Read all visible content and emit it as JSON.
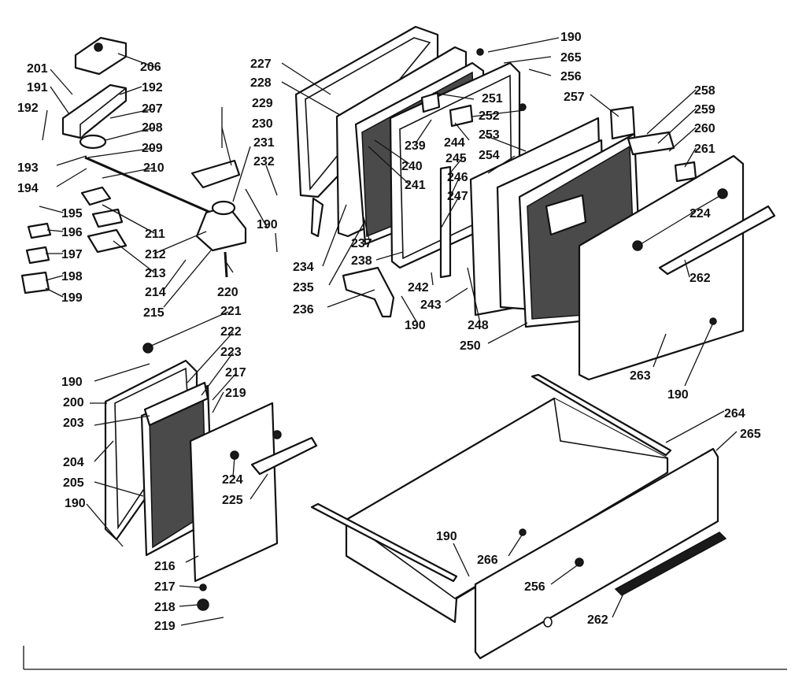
{
  "labels": {
    "l190": "190",
    "l191": "191",
    "l192": "192",
    "l193": "193",
    "l194": "194",
    "l195": "195",
    "l196": "196",
    "l197": "197",
    "l198": "198",
    "l199": "199",
    "l200": "200",
    "l201": "201",
    "l203": "203",
    "l204": "204",
    "l205": "205",
    "l206": "206",
    "l207": "207",
    "l208": "208",
    "l209": "209",
    "l210": "210",
    "l211": "211",
    "l212": "212",
    "l213": "213",
    "l214": "214",
    "l215": "215",
    "l216": "216",
    "l217": "217",
    "l218": "218",
    "l219": "219",
    "l220": "220",
    "l221": "221",
    "l222": "222",
    "l223": "223",
    "l224": "224",
    "l225": "225",
    "l227": "227",
    "l228": "228",
    "l229": "229",
    "l230": "230",
    "l231": "231",
    "l232": "232",
    "l234": "234",
    "l235": "235",
    "l236": "236",
    "l237": "237",
    "l238": "238",
    "l239": "239",
    "l240": "240",
    "l241": "241",
    "l242": "242",
    "l243": "243",
    "l244": "244",
    "l245": "245",
    "l246": "246",
    "l247": "247",
    "l248": "248",
    "l250": "250",
    "l251": "251",
    "l252": "252",
    "l253": "253",
    "l254": "254",
    "l256": "256",
    "l257": "257",
    "l258": "258",
    "l259": "259",
    "l260": "260",
    "l261": "261",
    "l262": "262",
    "l263": "263",
    "l264": "264",
    "l265": "265",
    "l266": "266"
  }
}
